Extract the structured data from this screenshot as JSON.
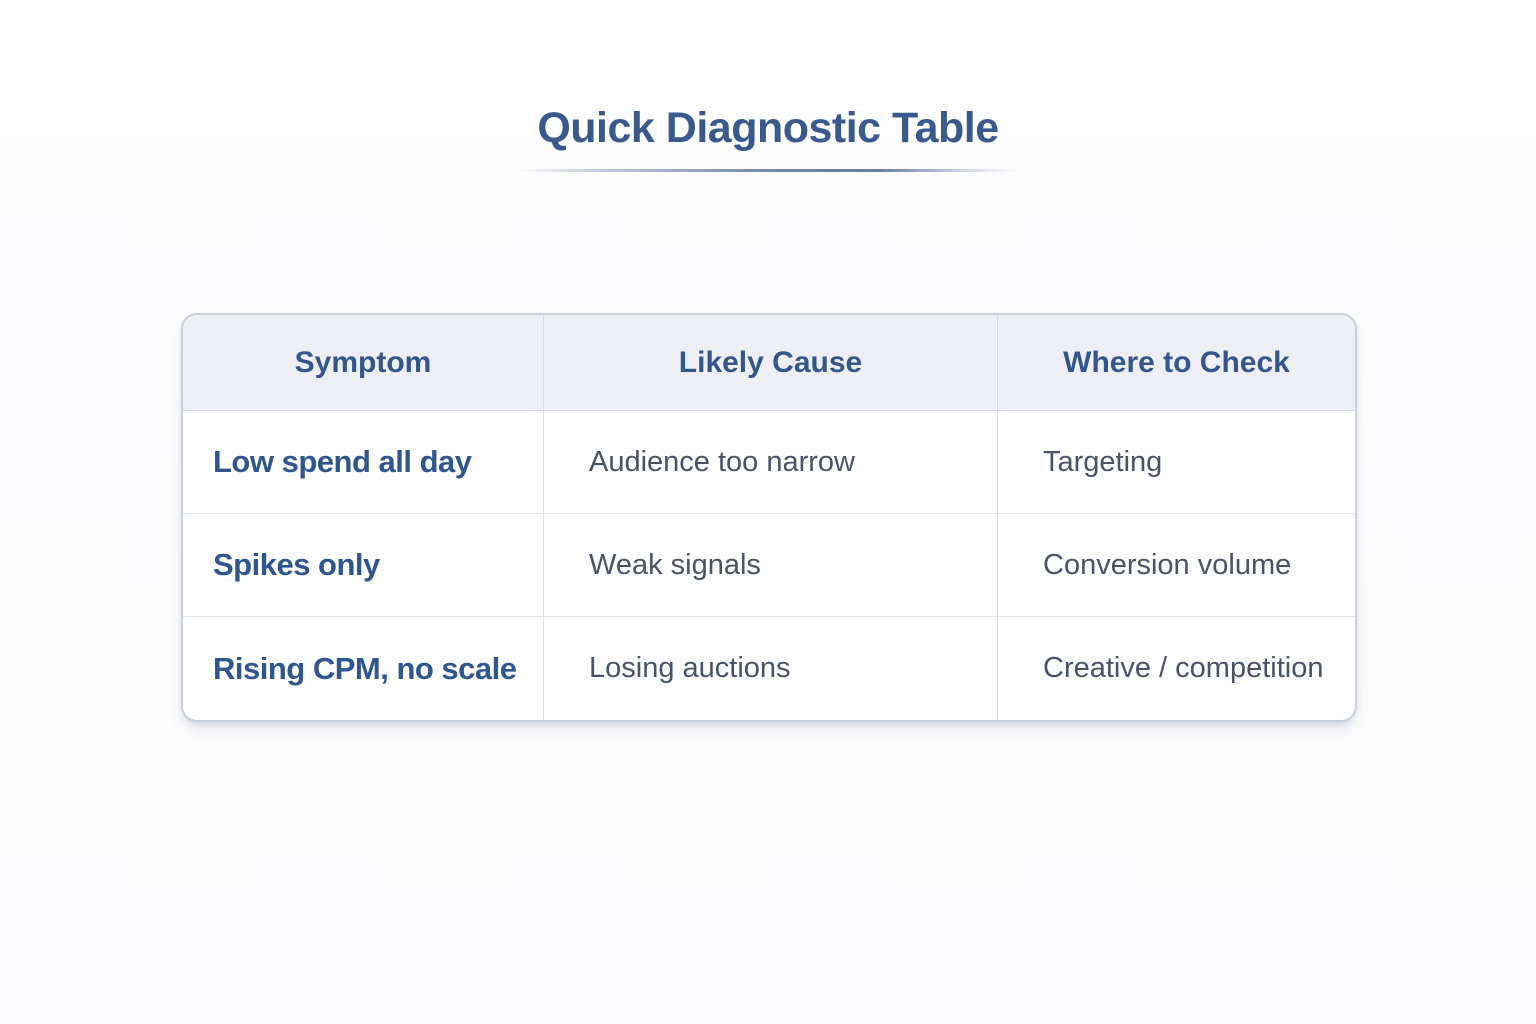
{
  "title": {
    "text": "Quick Diagnostic Table"
  },
  "table": {
    "columns": [
      "Symptom",
      "Likely Cause",
      "Where to Check"
    ],
    "rows": [
      {
        "symptom": "Low spend all day",
        "cause": "Audience too narrow",
        "check": "Targeting"
      },
      {
        "symptom": "Spikes only",
        "cause": "Weak signals",
        "check": "Conversion volume"
      },
      {
        "symptom": "Rising CPM, no scale",
        "cause": "Losing auctions",
        "check": "Creative / competition"
      }
    ]
  },
  "chart_data": {
    "type": "table",
    "title": "Quick Diagnostic Table",
    "columns": [
      "Symptom",
      "Likely Cause",
      "Where to Check"
    ],
    "rows": [
      [
        "Low spend all day",
        "Audience too narrow",
        "Targeting"
      ],
      [
        "Spikes only",
        "Weak signals",
        "Conversion volume"
      ],
      [
        "Rising CPM, no scale",
        "Losing auctions",
        "Creative / competition"
      ]
    ],
    "layout_hints": {
      "header_background": "#edeff5",
      "body_background": "#fdfdfe",
      "border_color": "#c9cfdc",
      "rounded_corners": true
    }
  },
  "colors": {
    "title_text": "#3a5a8e",
    "header_text": "#34568c",
    "symptom_text": "#2f568f",
    "body_text": "#4a5366",
    "header_background": "#edeff5",
    "card_background": "#fdfdfe",
    "border": "#c9cfdc"
  }
}
